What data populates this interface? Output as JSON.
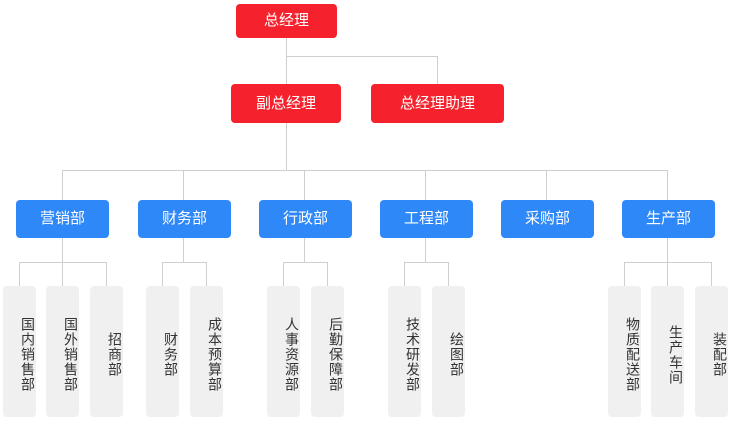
{
  "diagram": {
    "type": "org-chart",
    "title": "",
    "colors": {
      "level1": "#f5222d",
      "level2": "#f5222d",
      "level3": "#2f88f7",
      "level4_bg": "#f0f0f0",
      "level4_text": "#333333",
      "connector": "#cfcfcf",
      "background": "#ffffff"
    },
    "nodes": {
      "root": "总经理",
      "level2": [
        "副总经理",
        "总经理助理"
      ],
      "level3": [
        "营销部",
        "财务部",
        "行政部",
        "工程部",
        "采购部",
        "生产部"
      ],
      "level4": [
        "国内销售部",
        "国外销售部",
        "招商部",
        "财务部",
        "成本预算部",
        "人事资源部",
        "后勤保障部",
        "技术研发部",
        "绘图部",
        "物质配送部",
        "生产车间",
        "装配部"
      ]
    }
  }
}
